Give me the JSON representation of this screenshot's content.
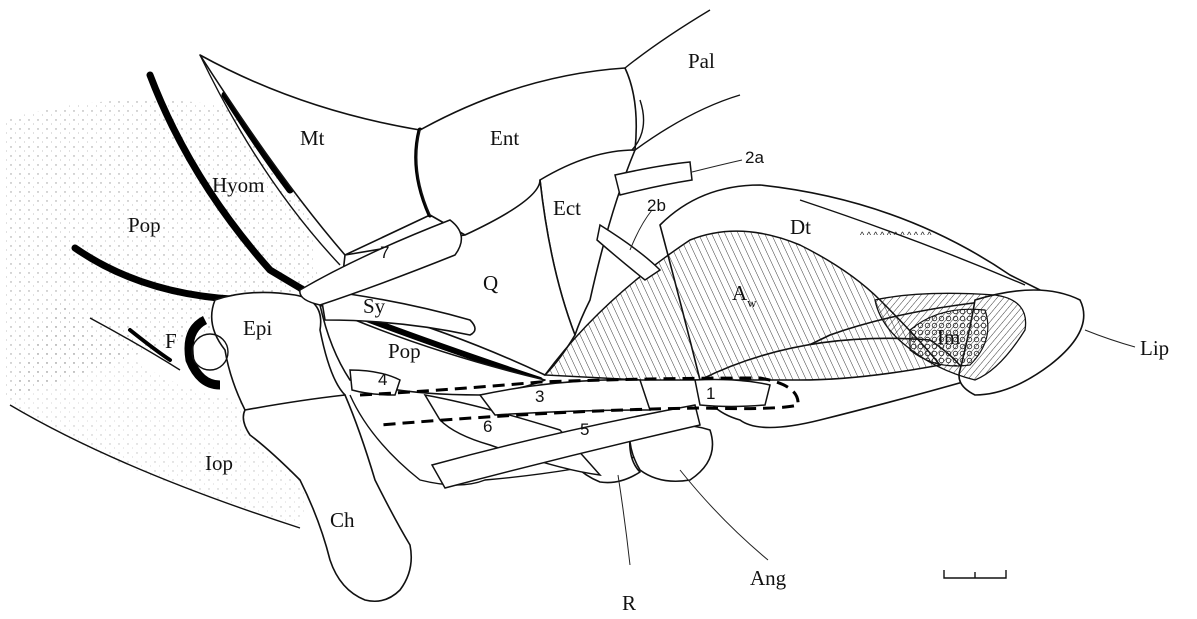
{
  "diagram": {
    "bone_labels": {
      "pop_left": "Pop",
      "hyom": "Hyom",
      "mt": "Mt",
      "ent": "Ent",
      "pal": "Pal",
      "ect": "Ect",
      "dt": "Dt",
      "q": "Q",
      "sy": "Sy",
      "pop_center": "Pop",
      "epi": "Epi",
      "f": "F",
      "iop": "Iop",
      "ch": "Ch",
      "im": "Im",
      "lip": "Lip",
      "r": "R",
      "ang": "Ang",
      "aw_main": "A",
      "aw_sub": "w"
    },
    "muscle_numbers": {
      "m1": "1",
      "m2a": "2a",
      "m2b": "2b",
      "m3": "3",
      "m4": "4",
      "m5": "5",
      "m6": "6",
      "m7": "7"
    }
  }
}
